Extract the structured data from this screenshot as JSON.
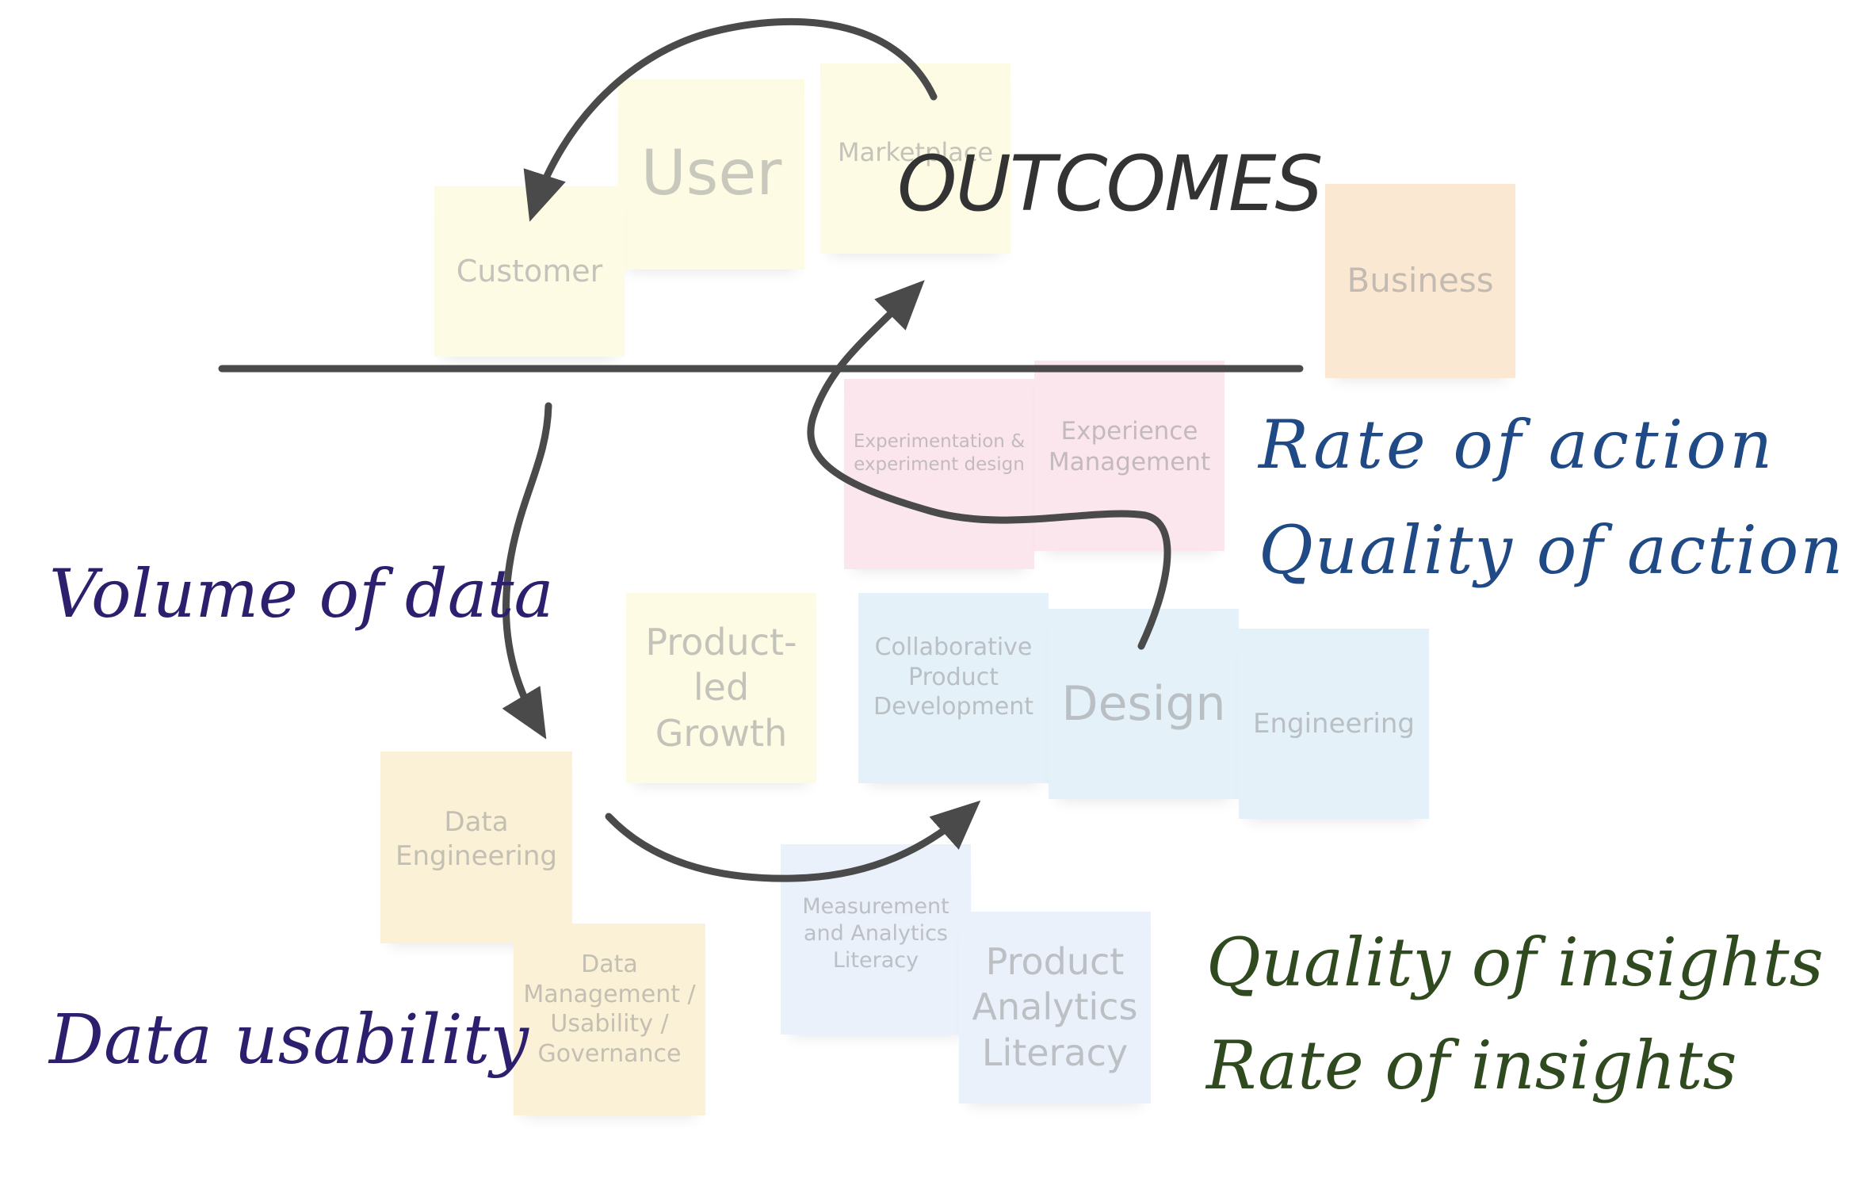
{
  "colors": {
    "arrow": "#4a4a4a",
    "purple_text": "#2e1f6e",
    "blue_text": "#1f4a86",
    "green_text": "#2f4a1f",
    "outcomes_text": "#333333",
    "note_yellow": "#fdfbe4",
    "note_orange": "#fbe8d2",
    "note_pink": "#fbe6ee",
    "note_blue": "#e4f1f9",
    "note_light_blue": "#eaf1fa",
    "note_gold": "#fbf1d6"
  },
  "notes": {
    "user": "User",
    "marketplace": "Marketplace",
    "customer": "Customer",
    "business": "Business",
    "experimentation": "Experimentation & experiment design",
    "experience_management": "Experience Management",
    "product_led_growth": "Product-led Growth",
    "collaborative": "Collaborative Product Development",
    "design": "Design",
    "engineering": "Engineering",
    "data_engineering": "Data Engineering",
    "data_management": "Data Management / Usability / Governance",
    "measurement": "Measurement and Analytics Literacy",
    "product_analytics": "Product Analytics Literacy"
  },
  "labels": {
    "outcomes": "OUTCOMES",
    "rate_of_action": "Rate of action",
    "quality_of_action": "Quality of action",
    "volume_of_data": "Volume of data",
    "data_usability": "Data usability",
    "quality_of_insights": "Quality of insights",
    "rate_of_insights": "Rate of insights"
  }
}
